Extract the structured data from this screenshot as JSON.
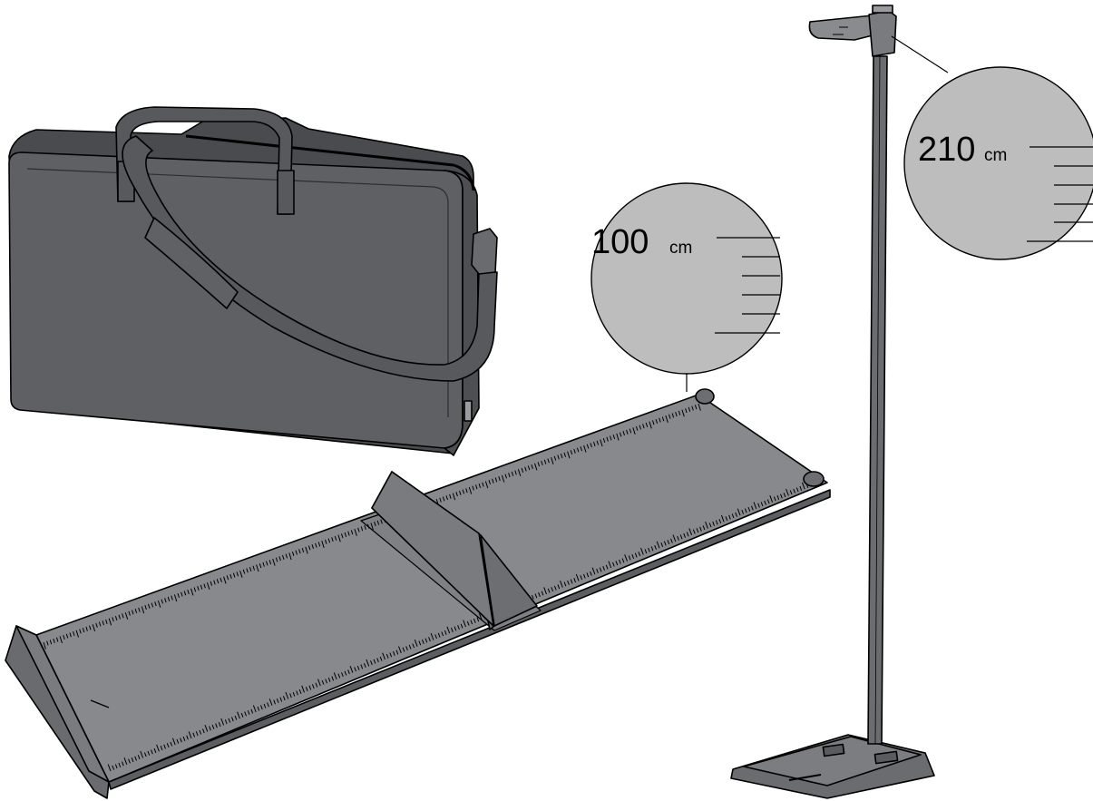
{
  "figure": {
    "components": [
      {
        "id": "carrying-bag",
        "kind": "bag"
      },
      {
        "id": "measuring-board",
        "kind": "length-board"
      },
      {
        "id": "height-rod",
        "kind": "stadiometer"
      }
    ],
    "callouts": [
      {
        "id": "board-callout",
        "value": "100",
        "unit": "cm",
        "major_ticks": 5
      },
      {
        "id": "rod-callout",
        "value": "210",
        "unit": "cm",
        "major_ticks": 5
      }
    ],
    "colors": {
      "bag": "#5e6063",
      "bag_dark": "#4a4b4e",
      "strap": "#58595c",
      "board": "#88898c",
      "board_dark": "#6f7073",
      "rod": "#6b6c6f",
      "callout_fill": "#bdbdbd",
      "outline": "#000000"
    }
  }
}
